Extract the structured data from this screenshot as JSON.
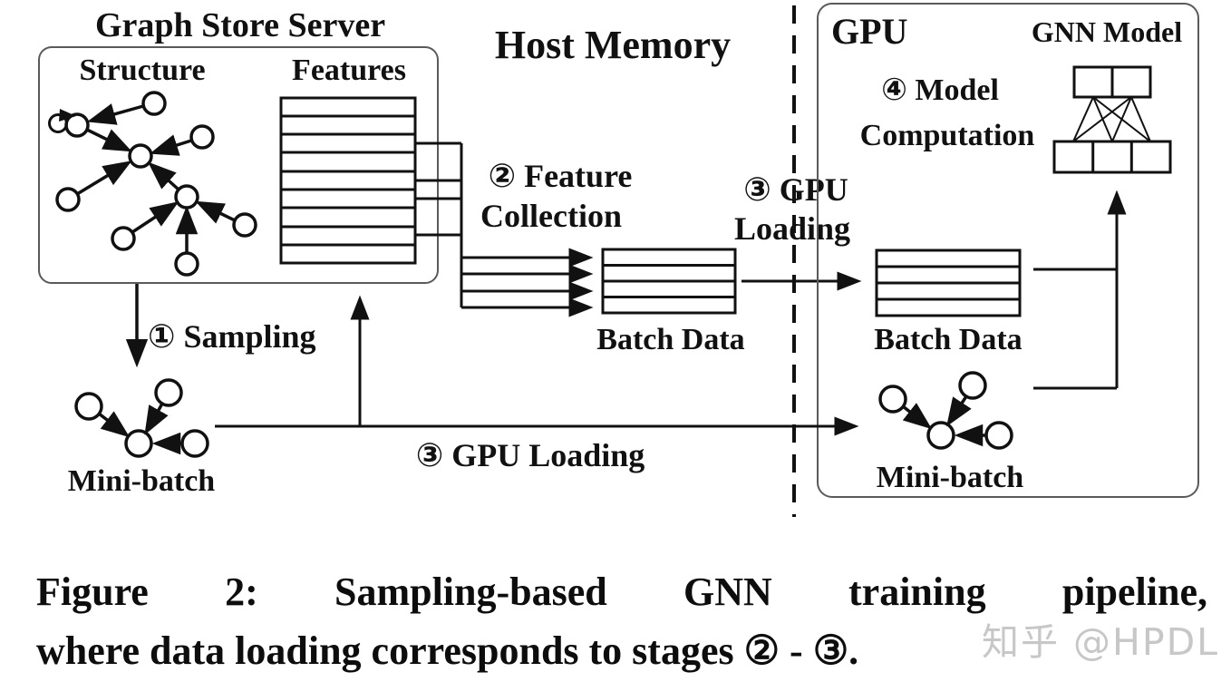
{
  "figure": {
    "graph_store_server": {
      "title": "Graph Store Server",
      "structure": "Structure",
      "features": "Features"
    },
    "regions": {
      "host_memory": "Host Memory",
      "gpu": "GPU"
    },
    "gnn_model": "GNN Model",
    "stages": {
      "s1": "① Sampling",
      "s2_line1": "② Feature",
      "s2_line2": "Collection",
      "s3_top_line1": "③ GPU",
      "s3_top_line2": "Loading",
      "s3_bottom": "③ GPU Loading",
      "s4_line1": "④ Model",
      "s4_line2": "Computation"
    },
    "host_batch_data": "Batch Data",
    "gpu_batch_data": "Batch Data",
    "host_mini_batch": "Mini-batch",
    "gpu_mini_batch": "Mini-batch"
  },
  "caption": {
    "line1": "Figure 2: Sampling-based GNN training pipeline,",
    "line2": "where data loading corresponds to stages ② - ③."
  },
  "watermark": {
    "text": "知乎 @HPDL"
  },
  "colors": {
    "ink": "#111111",
    "box_border": "#5a5a5a",
    "watermark": "#c7c7c7",
    "background": "#ffffff"
  }
}
